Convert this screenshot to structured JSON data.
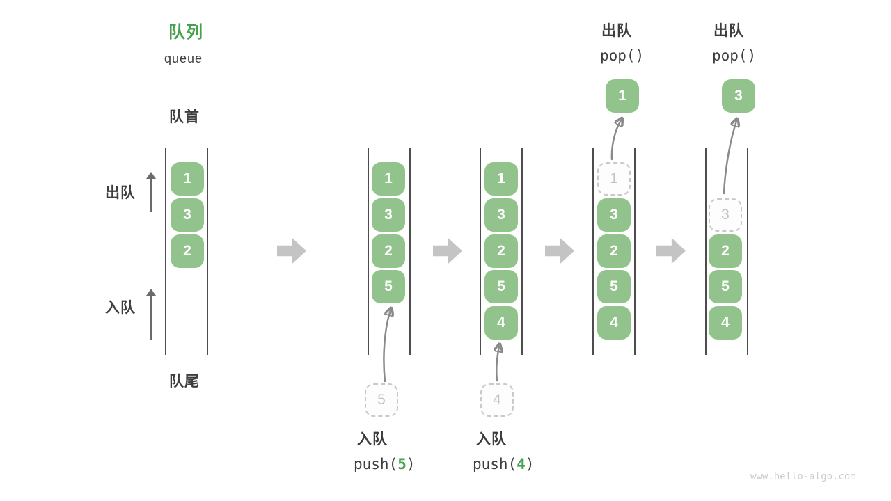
{
  "header": {
    "title_zh": "队列",
    "title_en": "queue"
  },
  "side_labels": {
    "front": "队首",
    "rear": "队尾",
    "dequeue": "出队",
    "enqueue": "入队"
  },
  "states": [
    {
      "boxes": [
        "1",
        "3",
        "2"
      ]
    },
    {
      "boxes": [
        "1",
        "3",
        "2",
        "5"
      ],
      "pending_value": "5",
      "op_zh": "入队",
      "op_fn": "push(",
      "op_arg": "5",
      "op_close": ")"
    },
    {
      "boxes": [
        "1",
        "3",
        "2",
        "5",
        "4"
      ],
      "pending_value": "4",
      "op_zh": "入队",
      "op_fn": "push(",
      "op_arg": "4",
      "op_close": ")"
    },
    {
      "ghost_value": "1",
      "boxes": [
        "3",
        "2",
        "5",
        "4"
      ],
      "popped_value": "1",
      "op_zh": "出队",
      "op_code": "pop()"
    },
    {
      "ghost_value": "3",
      "boxes": [
        "2",
        "5",
        "4"
      ],
      "popped_value": "3",
      "op_zh": "出队",
      "op_code": "pop()"
    }
  ],
  "watermark": "www.hello-algo.com",
  "colors": {
    "element_green": "#92c38c",
    "accent_green": "#47a04c",
    "wall_gray": "#4d4d4d",
    "flow_arrow_gray": "#c4c4c4",
    "ghost_gray": "#c9c9c9",
    "label_dark": "#3d3d3d"
  }
}
